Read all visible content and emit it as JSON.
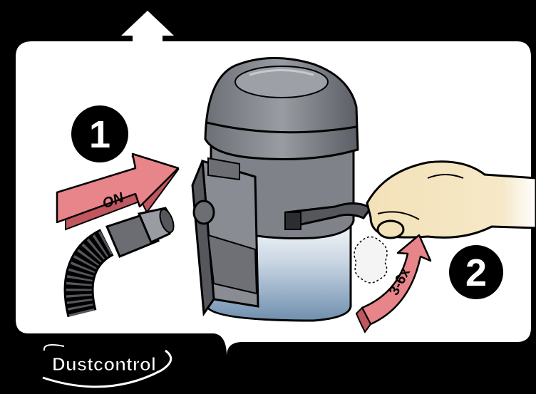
{
  "step1": {
    "number": "1",
    "arrow_label": "ON"
  },
  "step2": {
    "number": "2",
    "repeat_label": "3-6x"
  },
  "logo": {
    "text": "Dustcontrol"
  },
  "colors": {
    "frame": "#000000",
    "panel": "#ffffff",
    "arrow_pink": "#e8858a",
    "arrow_shadow": "#c0565e",
    "machine_gray": "#7d7f86",
    "tank_blue": "#7a96b3",
    "hand": "#f1ddb0"
  }
}
